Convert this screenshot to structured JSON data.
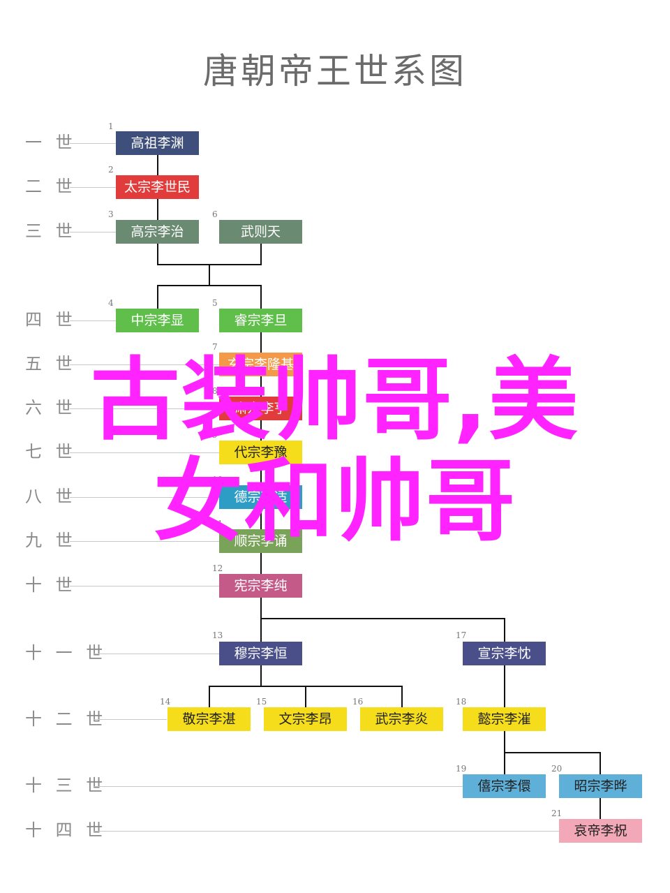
{
  "title": "唐朝帝王世系图",
  "generations": [
    "一 世",
    "二 世",
    "三 世",
    "四 世",
    "五 世",
    "六 世",
    "七 世",
    "八 世",
    "九 世",
    "十 世",
    "十 一 世",
    "十 二 世",
    "十 三 世",
    "十 四 世"
  ],
  "emperors": [
    {
      "num": "1",
      "name": "高祖李渊",
      "color": "#3d4f7a"
    },
    {
      "num": "2",
      "name": "太宗李世民",
      "color": "#e23b3b"
    },
    {
      "num": "3",
      "name": "高宗李治",
      "color": "#6b8a72"
    },
    {
      "num": "6",
      "name": "武则天",
      "color": "#6b8a72"
    },
    {
      "num": "4",
      "name": "中宗李显",
      "color": "#5fbf4a"
    },
    {
      "num": "5",
      "name": "睿宗李旦",
      "color": "#5fbf4a"
    },
    {
      "num": "7",
      "name": "玄宗李隆基",
      "color": "#f29a4a"
    },
    {
      "num": "8",
      "name": "肃宗李亨",
      "color": "#e23b3b"
    },
    {
      "num": "9",
      "name": "代宗李豫",
      "color": "#f5dd1c"
    },
    {
      "num": "10",
      "name": "德宗李适",
      "color": "#2e9dc6"
    },
    {
      "num": "11",
      "name": "顺宗李诵",
      "color": "#7aa35a"
    },
    {
      "num": "12",
      "name": "宪宗李纯",
      "color": "#c45a87"
    },
    {
      "num": "13",
      "name": "穆宗李恒",
      "color": "#4a4f8a"
    },
    {
      "num": "17",
      "name": "宣宗李忱",
      "color": "#4a4f8a"
    },
    {
      "num": "14",
      "name": "敬宗李湛",
      "color": "#f5dd1c"
    },
    {
      "num": "15",
      "name": "文宗李昂",
      "color": "#f5dd1c"
    },
    {
      "num": "16",
      "name": "武宗李炎",
      "color": "#f5dd1c"
    },
    {
      "num": "18",
      "name": "懿宗李漼",
      "color": "#f5dd1c"
    },
    {
      "num": "19",
      "name": "僖宗李儇",
      "color": "#5fb0d8"
    },
    {
      "num": "20",
      "name": "昭宗李晔",
      "color": "#5fb0d8"
    },
    {
      "num": "21",
      "name": "哀帝李柷",
      "color": "#f2a8b6"
    }
  ],
  "overlay": {
    "line1": "古装帅哥,美",
    "line2": "女和帅哥",
    "color": "#ff24ff"
  }
}
